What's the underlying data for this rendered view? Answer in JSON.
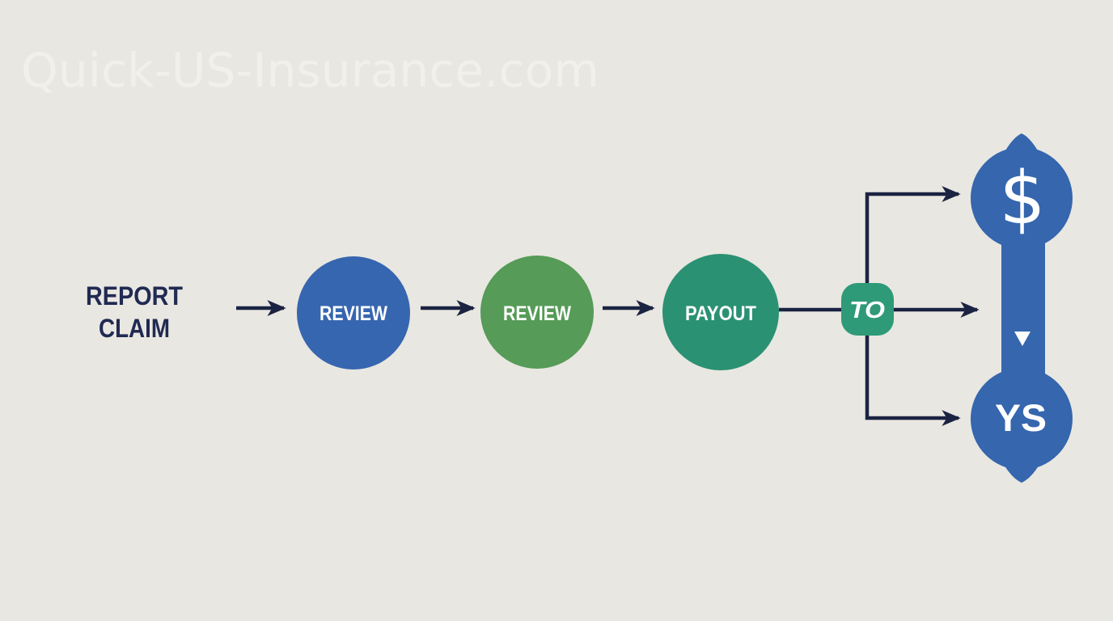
{
  "watermark": {
    "text": "Quick-US-Insurance.com"
  },
  "colors": {
    "background": "#e9e7e1",
    "watermark_text": "#f2f0ea",
    "line_navy": "#1b2342",
    "start_label_navy": "#202a52",
    "node_blue": "#3766b0",
    "node_green": "#569b58",
    "node_teal": "#2b9173",
    "connector_teal": "#2e9a78",
    "outcome_blue": "#3566ae",
    "node_text_white": "#ffffff"
  },
  "flow": {
    "start": {
      "line1": "REPORT",
      "line2": "CLAIM"
    },
    "nodes": [
      {
        "label": "REVIEW"
      },
      {
        "label": "REVIEW"
      },
      {
        "label": "PAYOUT"
      }
    ],
    "connector": {
      "label": "TO"
    },
    "outcomes": {
      "top_symbol": "$",
      "bottom_label": "YS"
    }
  }
}
